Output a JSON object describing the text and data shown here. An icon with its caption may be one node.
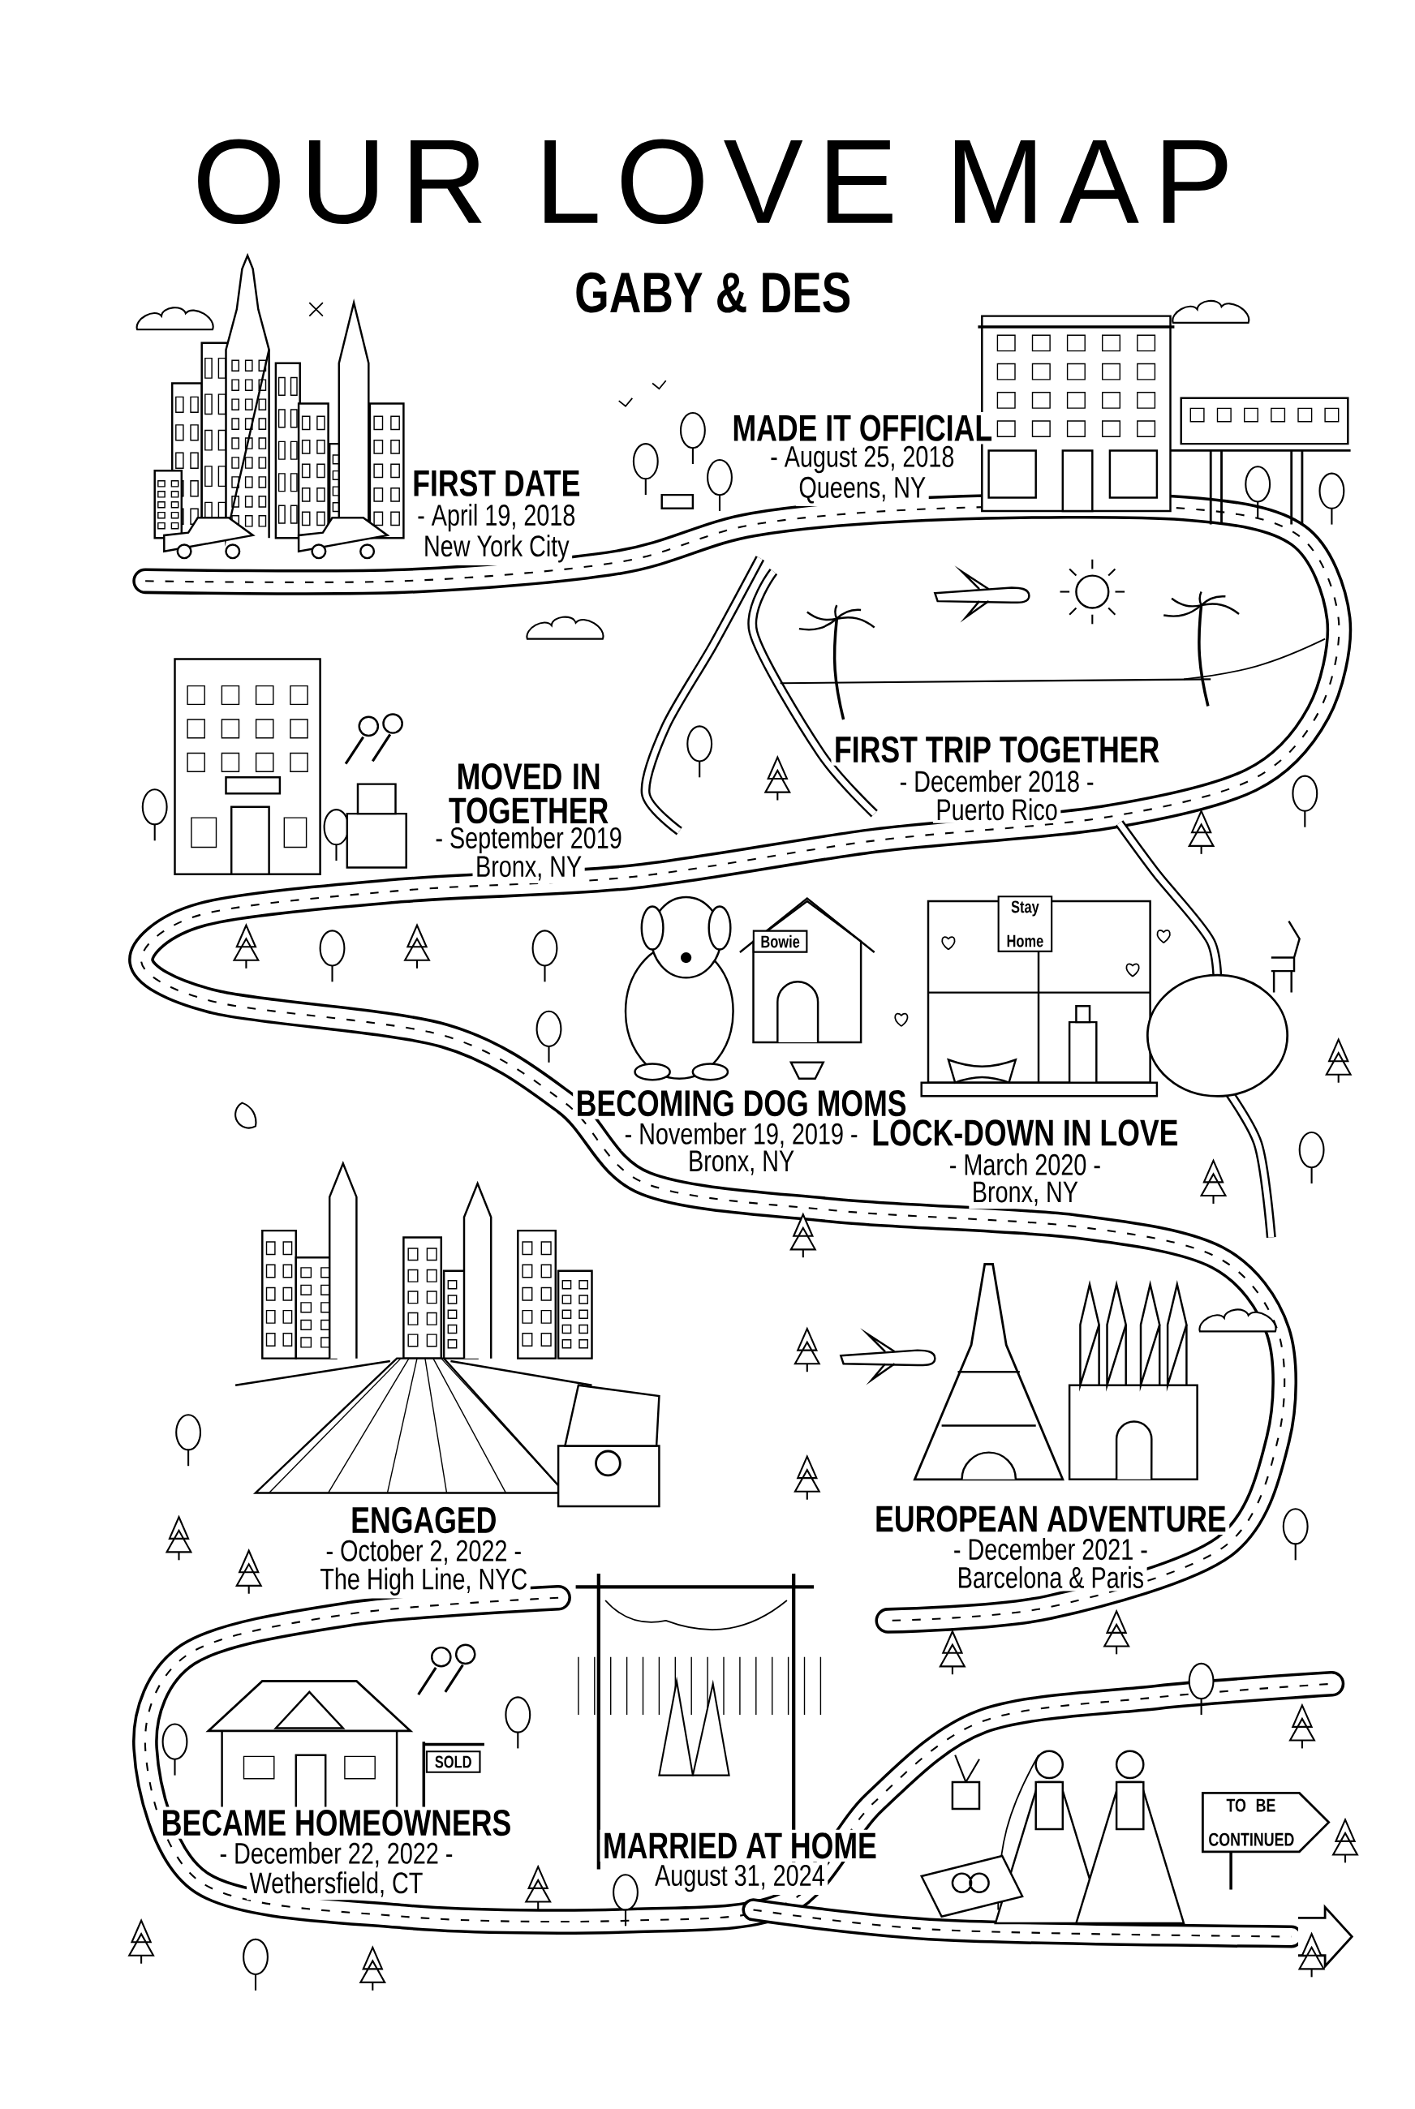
{
  "diagram": {
    "title": "OUR LOVE MAP",
    "labels": [
      "GABY & DES",
      "MADE IT OFFICIAL",
      "- August 25, 2018",
      "Queens, NY",
      "FIRST DATE",
      "- April 19, 2018",
      "New York City",
      "FIRST TRIP TOGETHER",
      "- December 2018 -",
      "Puerto Rico",
      "MOVED IN TOGETHER",
      "- September 2019",
      "Bronx, NY",
      "Stay Home",
      "Bowie",
      "BECOMING DOG MOMS",
      "- November 19, 2019 -",
      "Bronx, NY",
      "LOCK-DOWN IN LOVE",
      "- March 2020 -",
      "Bronx, NY",
      "ENGAGED",
      "- October 2, 2022 -",
      "The High Line, NYC",
      "EUROPEAN ADVENTURE",
      "- December 2021 -",
      "Barcelona & Paris",
      "SOLD",
      "BECAME HOMEOWNERS",
      "- December 22, 2022 -",
      "Wethersfield, CT",
      "MARRIED AT HOME",
      "August 31, 2024",
      "TO BE CONTINUED"
    ]
  }
}
